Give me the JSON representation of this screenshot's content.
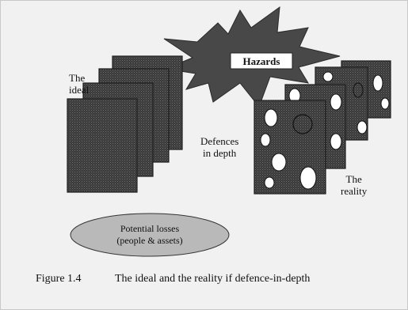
{
  "diagram": {
    "hazards_label": "Hazards",
    "ideal_label": [
      "The",
      "ideal"
    ],
    "defences_label": [
      "Defences",
      "in depth"
    ],
    "reality_label": [
      "The",
      "reality"
    ],
    "losses_label": [
      "Potential losses",
      "(people & assets)"
    ],
    "colors": {
      "background": "#f1f1f1",
      "slab_fill": "#3e3e3e",
      "hazard_burst": "#4a4a4a",
      "losses_ellipse": "#b9b9b9",
      "hole": "#ffffff"
    }
  },
  "caption": {
    "figure_number": "Figure 1.4",
    "text": "The ideal and the reality if defence-in-depth"
  }
}
